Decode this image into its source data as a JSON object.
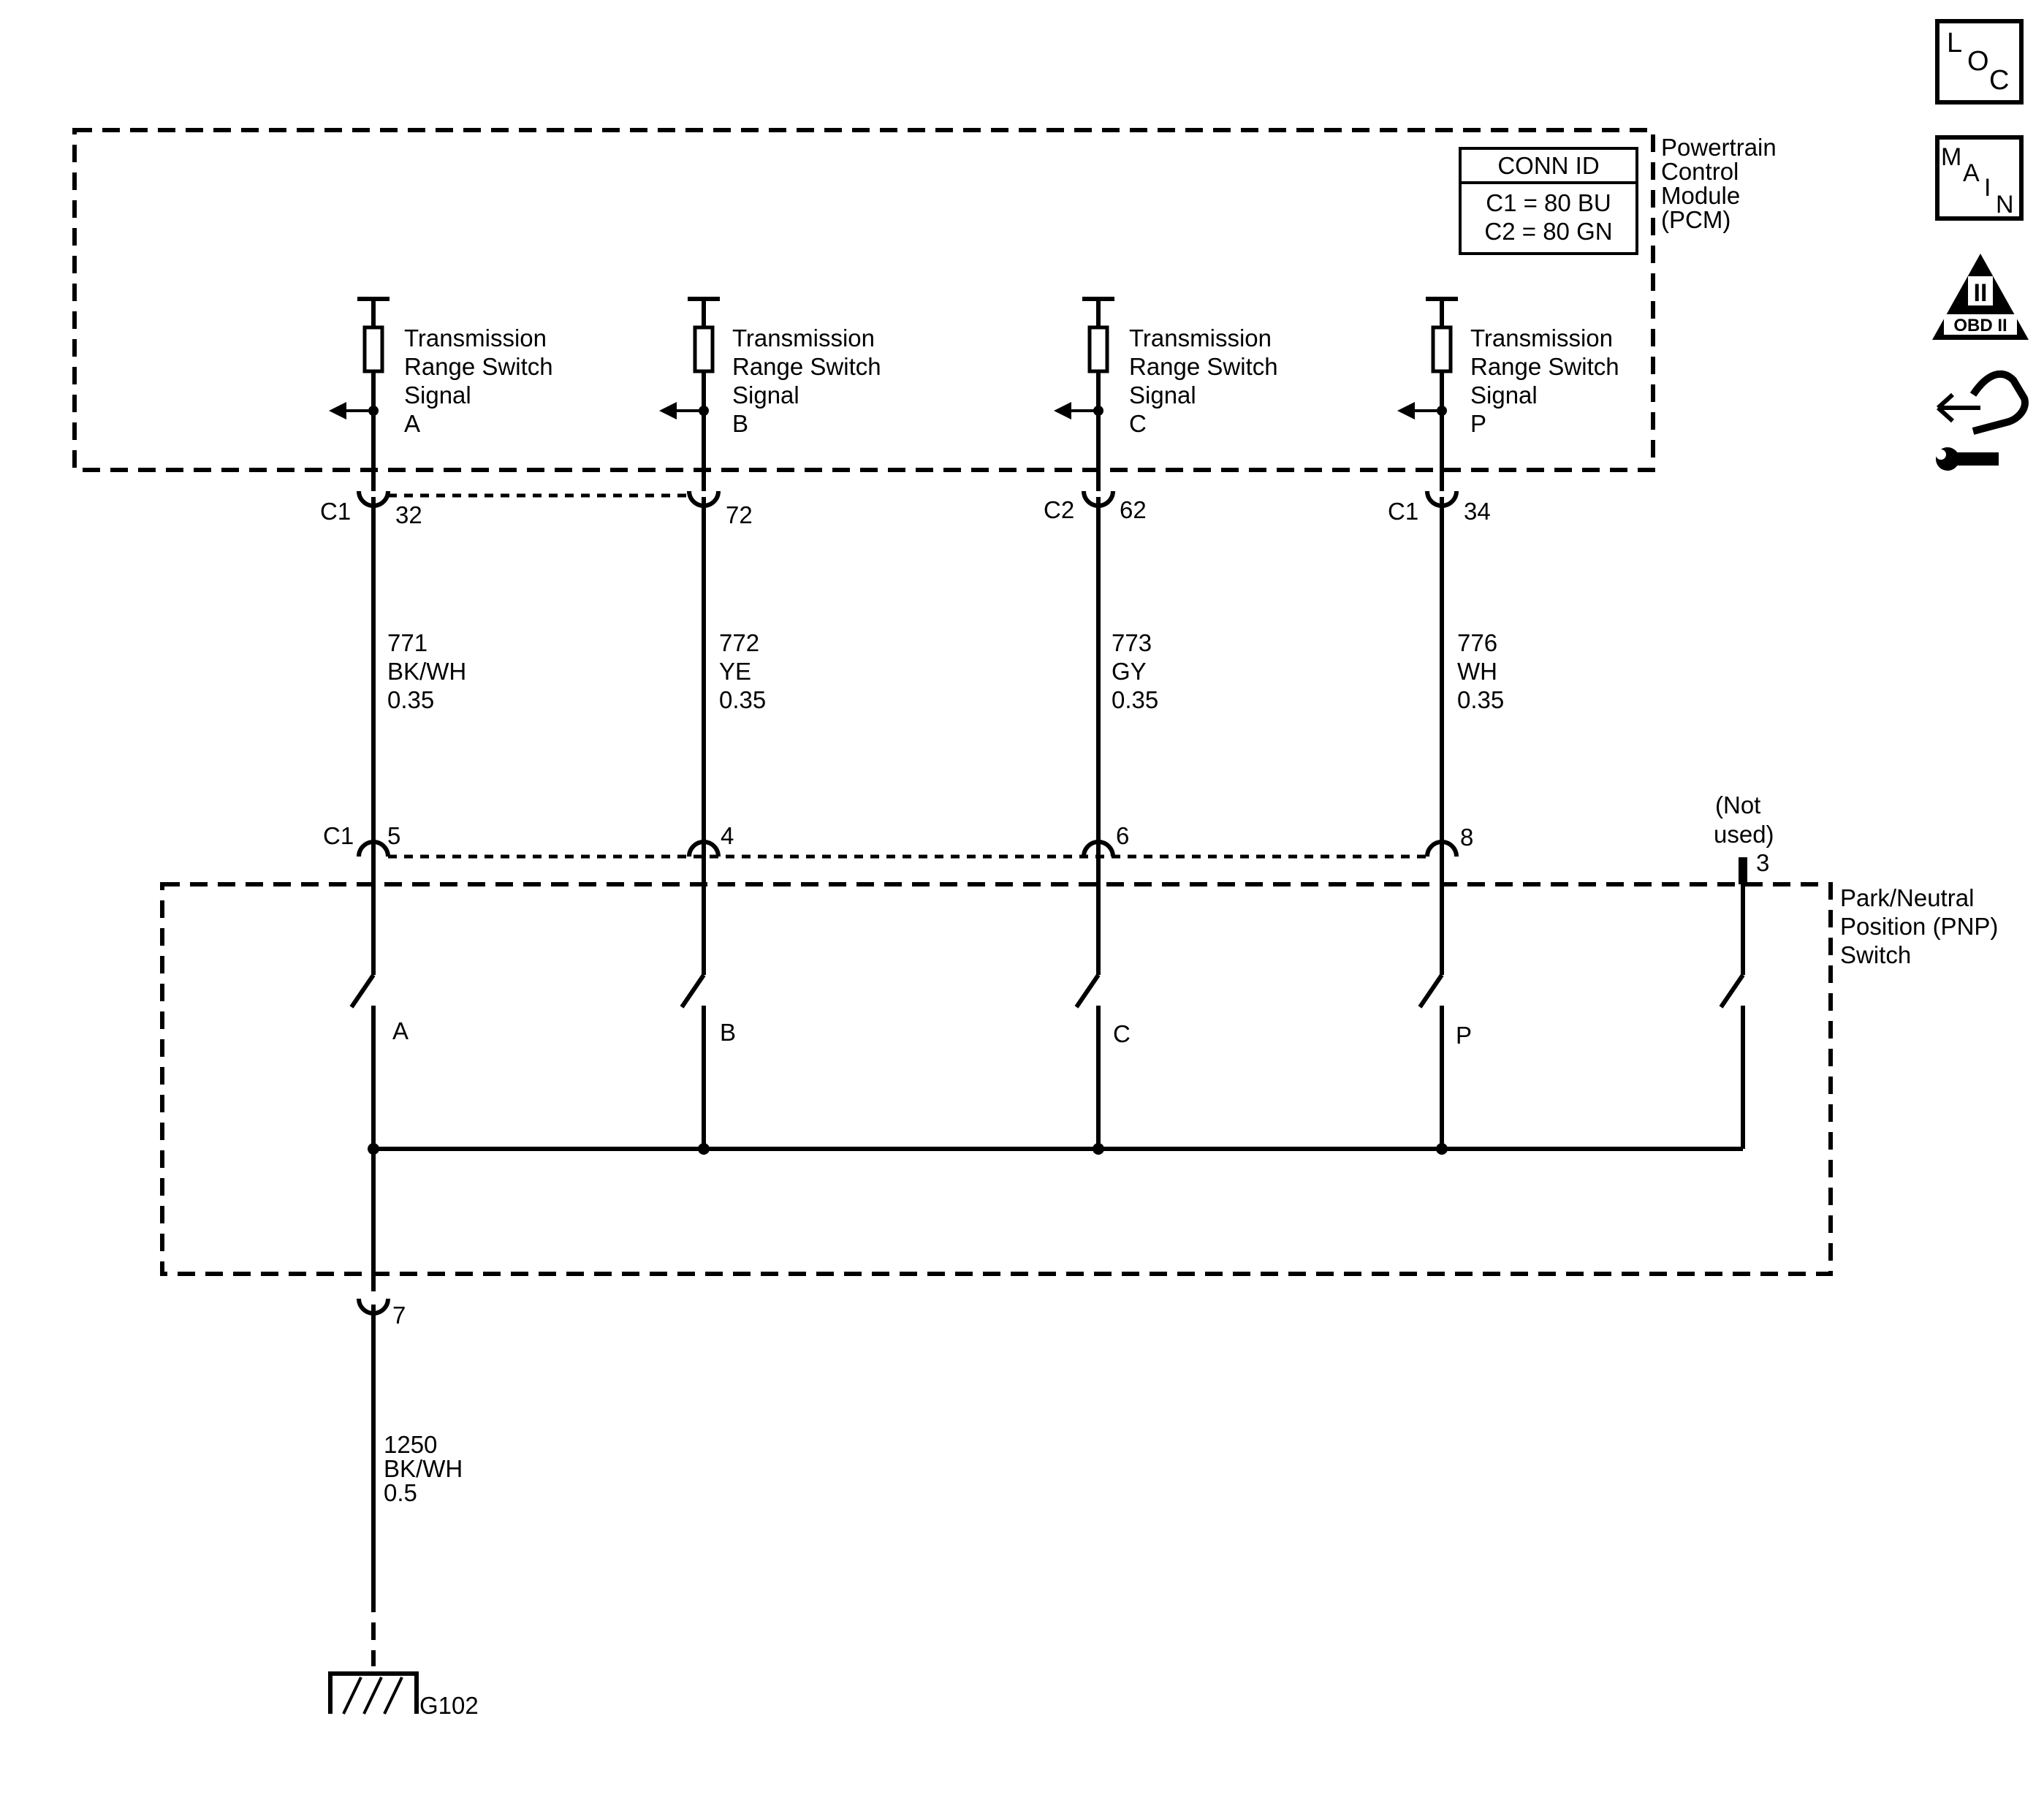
{
  "pcm": {
    "label_lines": [
      "Powertrain",
      "Control",
      "Module",
      "(PCM)"
    ],
    "conn_id": {
      "title": "CONN ID",
      "rows": [
        "C1 = 80 BU",
        "C2 = 80 GN"
      ]
    },
    "signal_text": [
      "Transmission",
      "Range Switch",
      "Signal"
    ]
  },
  "circuits": [
    {
      "signal": "A",
      "pcm_conn": "C1",
      "pcm_pin": "32",
      "circuit": "771",
      "color": "BK/WH",
      "gauge": "0.35",
      "pnp_conn": "C1",
      "pnp_pin": "5",
      "switch": "A"
    },
    {
      "signal": "B",
      "pcm_conn": "",
      "pcm_pin": "72",
      "circuit": "772",
      "color": "YE",
      "gauge": "0.35",
      "pnp_conn": "",
      "pnp_pin": "4",
      "switch": "B"
    },
    {
      "signal": "C",
      "pcm_conn": "C2",
      "pcm_pin": "62",
      "circuit": "773",
      "color": "GY",
      "gauge": "0.35",
      "pnp_conn": "",
      "pnp_pin": "6",
      "switch": "C"
    },
    {
      "signal": "P",
      "pcm_conn": "C1",
      "pcm_pin": "34",
      "circuit": "776",
      "color": "WH",
      "gauge": "0.35",
      "pnp_conn": "",
      "pnp_pin": "8",
      "switch": "P"
    }
  ],
  "unused": {
    "label_lines": [
      "(Not",
      "used)"
    ],
    "pin": "3"
  },
  "pnp": {
    "label_lines": [
      "Park/Neutral",
      "Position (PNP)",
      "Switch"
    ]
  },
  "ground": {
    "pin": "7",
    "circuit": "1250",
    "color": "BK/WH",
    "gauge": "0.5",
    "id": "G102"
  },
  "side_icons": {
    "loc": [
      "L",
      "O",
      "C"
    ],
    "main": [
      "M",
      "A",
      "I",
      "N"
    ],
    "obd": {
      "numeral": "II",
      "text": "OBD II"
    },
    "names": [
      "loc-icon",
      "main-icon",
      "obd-ii-icon",
      "diagnostic-hand-wrench-icon"
    ]
  }
}
